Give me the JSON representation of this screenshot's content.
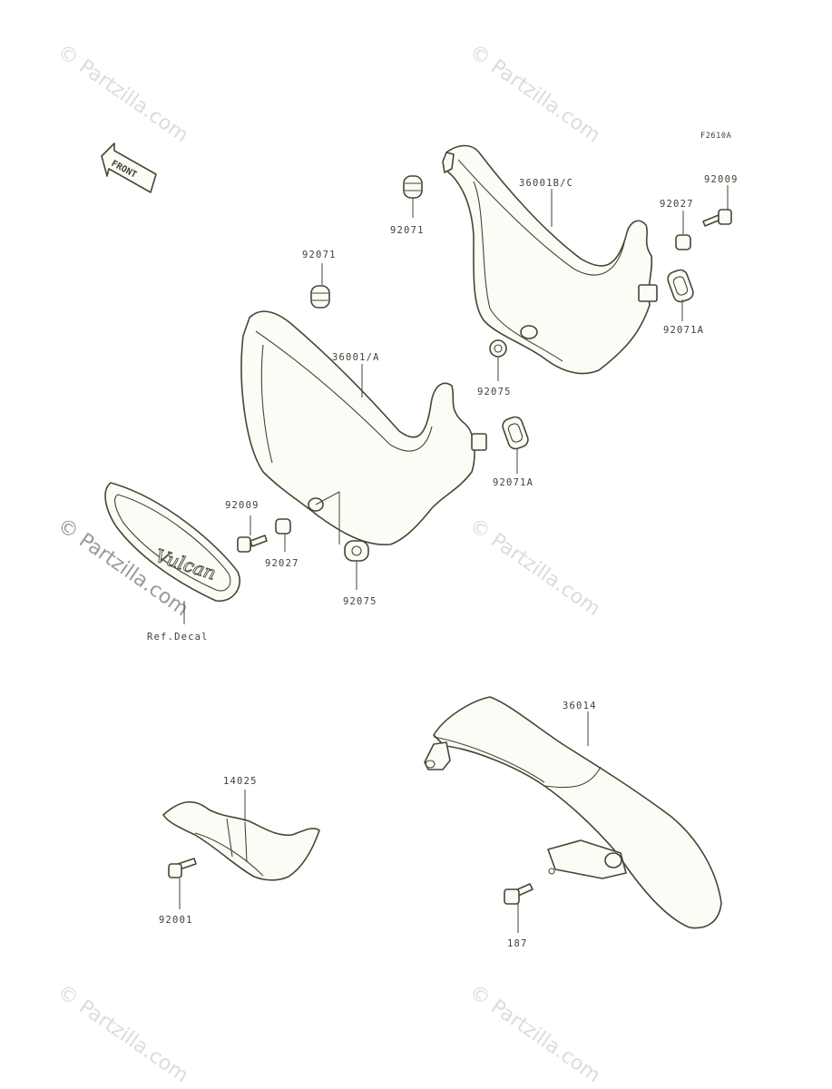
{
  "diagram_code": "F2610A",
  "front_arrow_label": "FRONT",
  "decal_text": "Vulcan",
  "watermark_text": "© Partzilla.com",
  "labels": {
    "p36001bc": "36001B/C",
    "p92071_top": "92071",
    "p92009_top": "92009",
    "p92027_top": "92027",
    "p92071a_top": "92071A",
    "p92071_mid": "92071",
    "p36001a": "36001/A",
    "p92075_mid": "92075",
    "p92071a_mid": "92071A",
    "p92009_left": "92009",
    "p92027_left": "92027",
    "p92075_low": "92075",
    "ref_decal": "Ref.Decal",
    "p36014": "36014",
    "p14025": "14025",
    "p92001": "92001",
    "p187": "187"
  },
  "colors": {
    "line": "#3f4a33",
    "fill": "#fbfcf6",
    "watermark": "#dcdcdc"
  }
}
